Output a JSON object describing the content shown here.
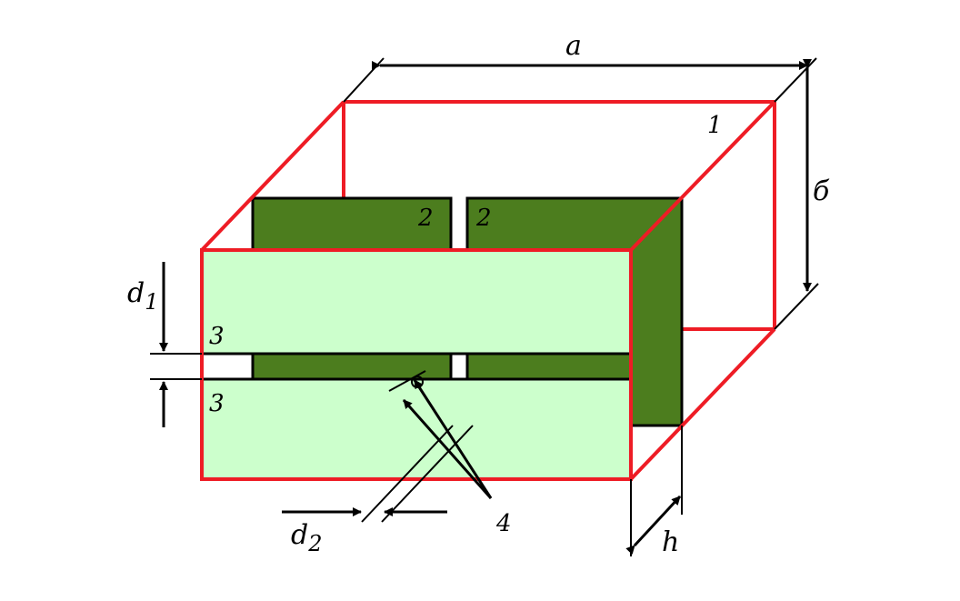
{
  "labels": {
    "a": "a",
    "b": "б",
    "h": "h",
    "d1_main": "d",
    "d1_sub": "1",
    "d2_main": "d",
    "d2_sub": "2",
    "num1": "1",
    "num2_left": "2",
    "num2_right": "2",
    "num3_top": "3",
    "num3_bottom": "3",
    "num4": "4"
  },
  "colors": {
    "box_edges": "#ee1c25",
    "electrode": "#4c7d1e",
    "plate": "#ccffcc",
    "lines": "#000000",
    "background": "#ffffff"
  }
}
